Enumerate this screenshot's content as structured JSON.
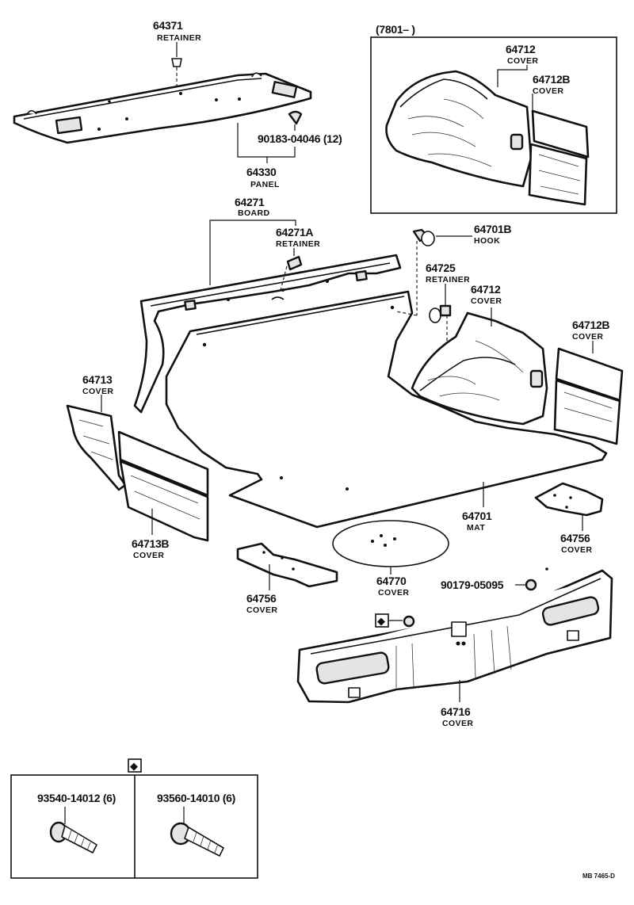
{
  "callouts": {
    "retainer_64371": {
      "number": "64371",
      "name": "RETAINER"
    },
    "clip_90183": {
      "number": "90183-04046 (12)"
    },
    "panel_64330": {
      "number": "64330",
      "name": "PANEL"
    },
    "inset_header": {
      "text": "(7801–      )"
    },
    "inset_cover_64712": {
      "number": "64712",
      "name": "COVER"
    },
    "inset_cover_64712B": {
      "number": "64712B",
      "name": "COVER"
    },
    "board_64271": {
      "number": "64271",
      "name": "BOARD"
    },
    "retainer_64271A": {
      "number": "64271A",
      "name": "RETAINER"
    },
    "hook_64701B": {
      "number": "64701B",
      "name": "HOOK"
    },
    "retainer_64725": {
      "number": "64725",
      "name": "RETAINER"
    },
    "cover_64712": {
      "number": "64712",
      "name": "COVER"
    },
    "cover_64712B": {
      "number": "64712B",
      "name": "COVER"
    },
    "cover_64713": {
      "number": "64713",
      "name": "COVER"
    },
    "cover_64713B": {
      "number": "64713B",
      "name": "COVER"
    },
    "mat_64701": {
      "number": "64701",
      "name": "MAT"
    },
    "cover_64756_right": {
      "number": "64756",
      "name": "COVER"
    },
    "cover_64756_left": {
      "number": "64756",
      "name": "COVER"
    },
    "cover_64770": {
      "number": "64770",
      "name": "COVER"
    },
    "screw_90179": {
      "number": "90179-05095"
    },
    "cover_64716": {
      "number": "64716",
      "name": "COVER"
    }
  },
  "fastener_legend": {
    "symbol": "◆",
    "left": {
      "number": "93540-14012 (6)"
    },
    "right": {
      "number": "93560-14010 (6)"
    }
  },
  "footer": {
    "code": "MB  7465-D"
  }
}
